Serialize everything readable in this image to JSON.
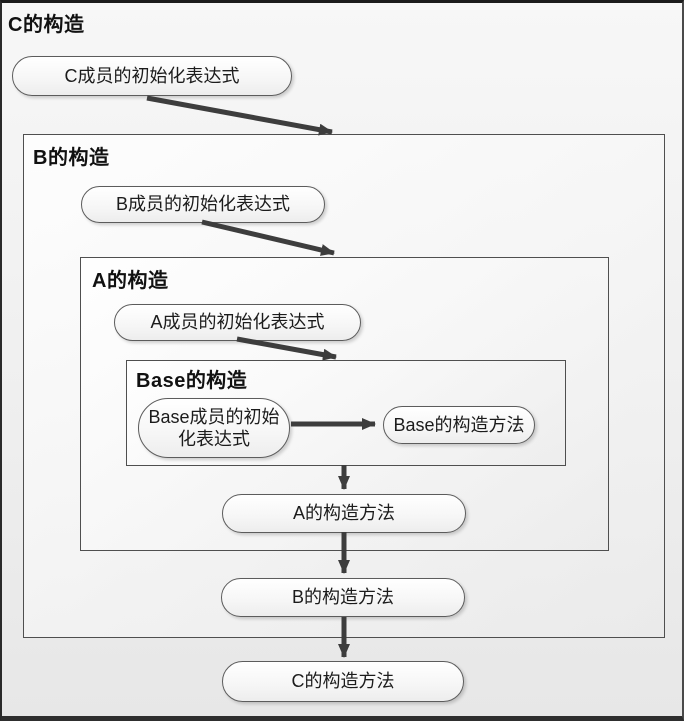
{
  "colors": {
    "background": "#efefef",
    "box_border": "#4f4f4f",
    "pill_border": "#5c5c5c",
    "arrow": "#3d3d3d",
    "text": "#111111"
  },
  "diagram": {
    "c": {
      "title": "C的构造",
      "init_label": "C成员的初始化表达式",
      "ctor_label": "C的构造方法"
    },
    "b": {
      "title": "B的构造",
      "init_label": "B成员的初始化表达式",
      "ctor_label": "B的构造方法"
    },
    "a": {
      "title": "A的构造",
      "init_label": "A成员的初始化表达式",
      "ctor_label": "A的构造方法"
    },
    "base": {
      "title": "Base的构造",
      "init_label_line1": "Base成员的初始",
      "init_label_line2": "化表达式",
      "ctor_label": "Base的构造方法"
    }
  }
}
